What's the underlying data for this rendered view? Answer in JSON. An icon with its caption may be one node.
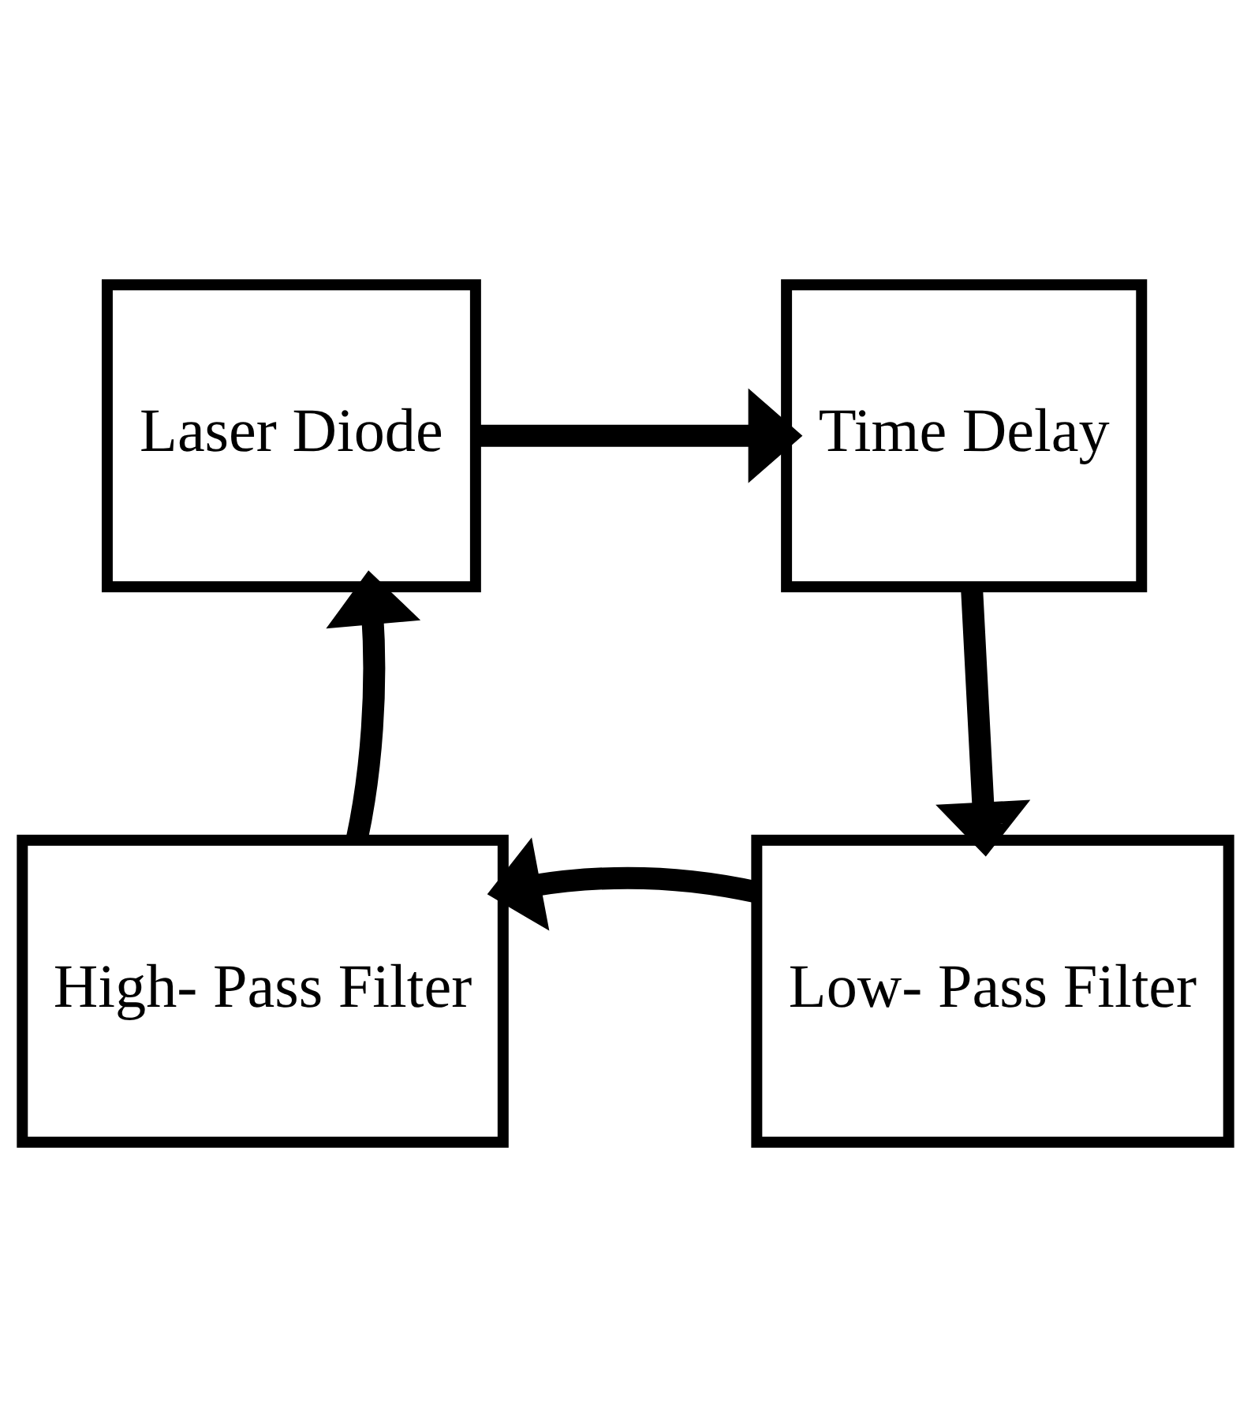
{
  "diagram": {
    "nodes": [
      {
        "text": [
          "Laser Diode"
        ]
      },
      {
        "text": [
          "Time Delay"
        ]
      },
      {
        "text": [
          "Low- Pass Filter"
        ]
      },
      {
        "text": [
          "High- Pass Filter"
        ]
      }
    ],
    "edges": [
      {
        "from": 0,
        "to": 1,
        "arrow": "to"
      },
      {
        "from": 1,
        "to": 2,
        "arrow": "to"
      },
      {
        "from": 2,
        "to": 3,
        "arrow": "to"
      },
      {
        "from": 3,
        "to": 0,
        "arrow": "to"
      }
    ]
  }
}
